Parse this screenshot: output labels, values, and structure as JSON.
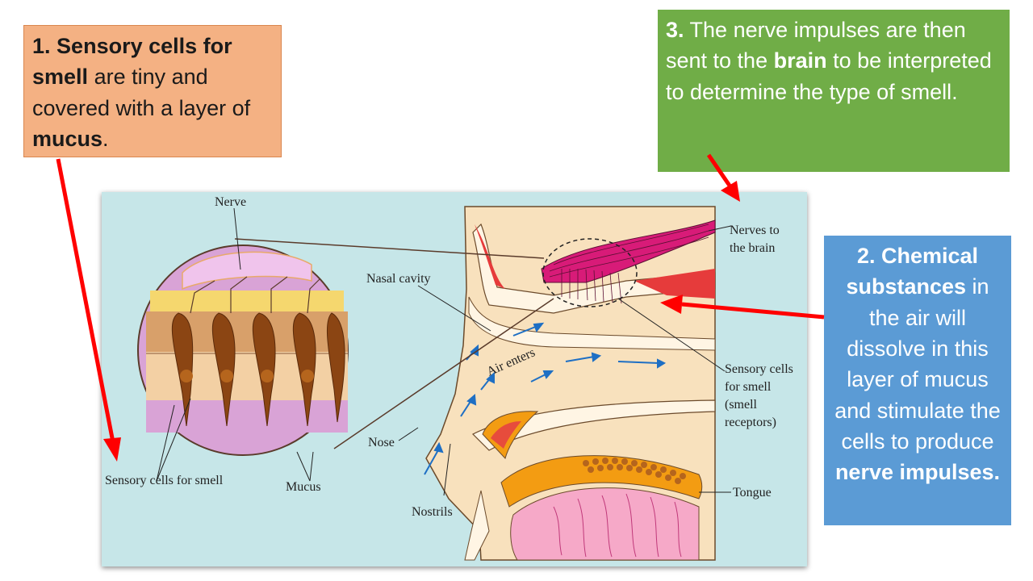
{
  "box1": {
    "num": "1.",
    "bold1": "Sensory cells for smell",
    "text1": "are tiny and covered with a layer of",
    "bold2": "mucus",
    "end": "."
  },
  "box3": {
    "num": "3.",
    "text1": "The nerve impulses are then sent to the",
    "bold1": "brain",
    "text2": "to be interpreted to determine the type of smell."
  },
  "box2": {
    "bold1": "2. Chemical substances",
    "text1": "in the air will dissolve in this layer of mucus and stimulate the cells to produce",
    "bold2": "nerve impulses."
  },
  "diagram": {
    "labels": {
      "nerve": "Nerve",
      "nasal_cavity": "Nasal cavity",
      "nerves_to_brain_1": "Nerves to",
      "nerves_to_brain_2": "the brain",
      "air_enters": "Air enters",
      "sensory_1": "Sensory cells",
      "sensory_2": "for smell",
      "sensory_3": "(smell",
      "sensory_4": "receptors)",
      "nose": "Nose",
      "sensory_left": "Sensory cells for smell",
      "mucus": "Mucus",
      "nostrils": "Nostrils",
      "tongue": "Tongue"
    }
  },
  "colors": {
    "box1_bg": "#f4b183",
    "box3_bg": "#70ad47",
    "box2_bg": "#5b9bd5",
    "arrow": "#ff0000",
    "diagram_bg": "#c6e6e8"
  }
}
